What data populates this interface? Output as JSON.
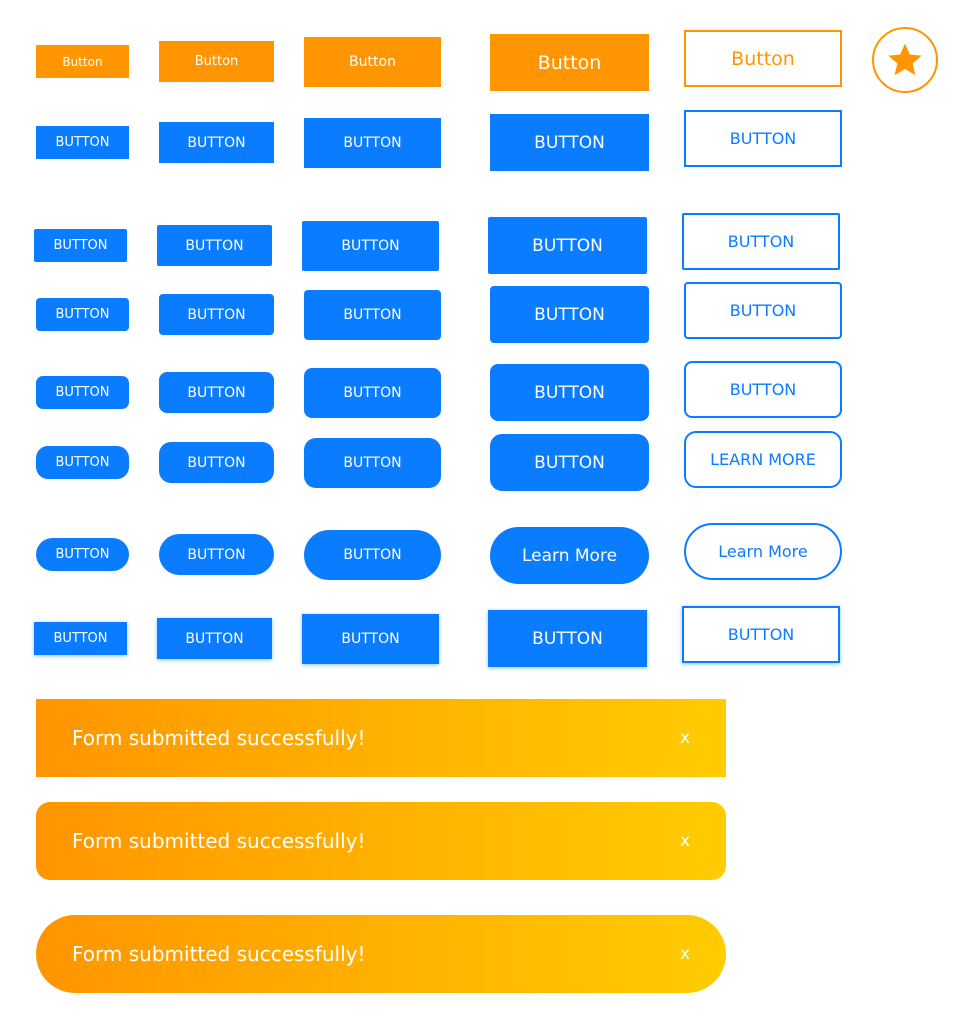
{
  "colors": {
    "orange": "#ff9500",
    "blue": "#0a7cff",
    "gradient_start": "#ff9500",
    "gradient_end": "#ffcc00",
    "text_on_fill": "#ffffff"
  },
  "rows": {
    "orange_row": {
      "labels": [
        "Button",
        "Button",
        "Button",
        "Button",
        "Button"
      ]
    },
    "blue_square_row": {
      "labels": [
        "BUTTON",
        "BUTTON",
        "BUTTON",
        "BUTTON",
        "BUTTON"
      ]
    },
    "blue_radius_2_row": {
      "labels": [
        "BUTTON",
        "BUTTON",
        "BUTTON",
        "BUTTON",
        "BUTTON"
      ]
    },
    "blue_radius_4_row": {
      "labels": [
        "BUTTON",
        "BUTTON",
        "BUTTON",
        "BUTTON",
        "BUTTON"
      ]
    },
    "blue_radius_8_row": {
      "labels": [
        "BUTTON",
        "BUTTON",
        "BUTTON",
        "BUTTON",
        "BUTTON"
      ]
    },
    "blue_radius_12_row": {
      "labels": [
        "BUTTON",
        "BUTTON",
        "BUTTON",
        "BUTTON",
        "LEARN MORE"
      ]
    },
    "blue_pill_row": {
      "labels": [
        "BUTTON",
        "BUTTON",
        "BUTTON",
        "Learn More",
        "Learn More"
      ]
    },
    "blue_shadow_row": {
      "labels": [
        "BUTTON",
        "BUTTON",
        "BUTTON",
        "BUTTON",
        "BUTTON"
      ]
    }
  },
  "star_badge": {
    "icon": "star-icon"
  },
  "banners": [
    {
      "message": "Form submitted successfully!",
      "close_label": "x"
    },
    {
      "message": "Form submitted successfully!",
      "close_label": "x"
    },
    {
      "message": "Form submitted successfully!",
      "close_label": "x"
    }
  ]
}
